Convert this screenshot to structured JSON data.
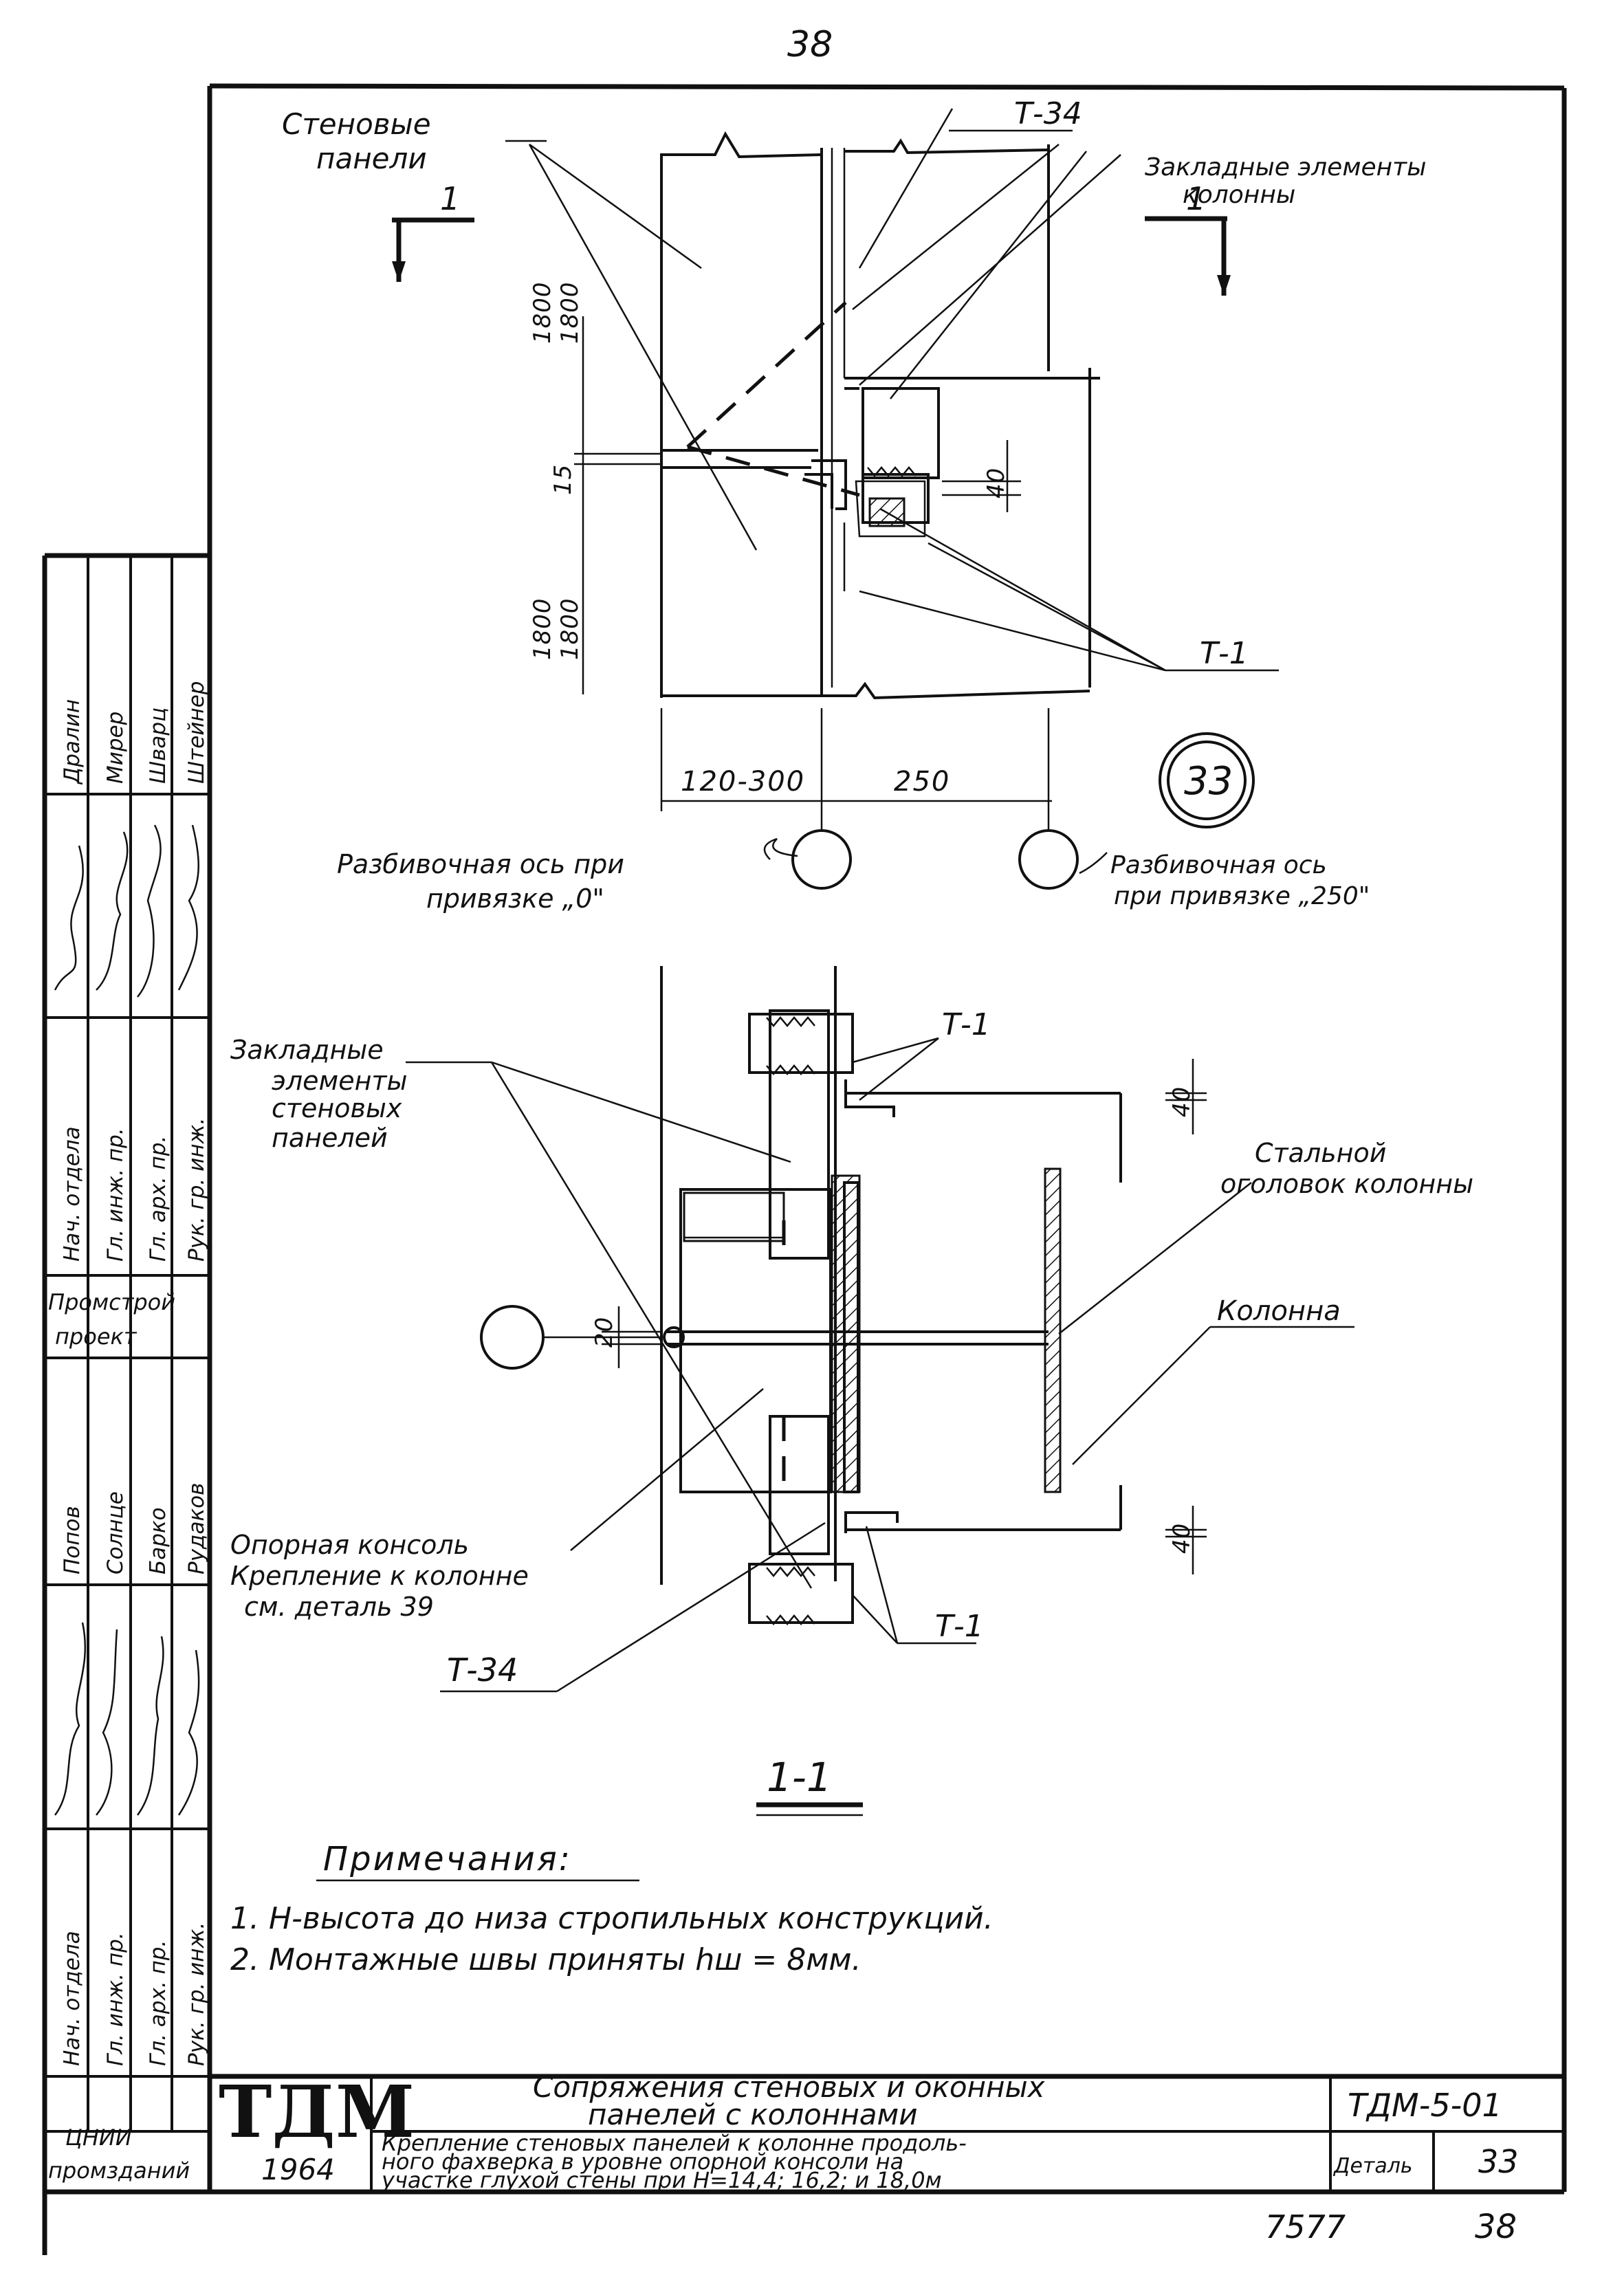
{
  "page_number": "38",
  "labels": {
    "wall_panels": [
      "Стеновые",
      "панели"
    ],
    "embedded_column": [
      "Закладные элементы",
      "колонны"
    ],
    "section_mark": "1",
    "t34_top": "Т-34",
    "t1_top": "Т-1",
    "dim_1800_a": "1800",
    "dim_1800_b": "1800",
    "dim_1800_c": "1800",
    "dim_1800_d": "1800",
    "dim_15": "15",
    "dim_40_top": "40",
    "dim_120_300": "120-300",
    "dim_250": "250",
    "detail_number": "33",
    "axis_zero": [
      "Разбивочная ось при",
      "привязке „0\""
    ],
    "axis_250": [
      "Разбивочная ось",
      "при привязке „250\""
    ],
    "embedded_panels": [
      "Закладные",
      "элементы",
      "стеновых",
      "панелей"
    ],
    "t1_a": "Т-1",
    "t1_b": "Т-1",
    "dim_40_a": "40",
    "dim_40_b": "40",
    "dim_20": "20",
    "steel_head": [
      "Стальной",
      "оголовок колонны"
    ],
    "column": "Колонна",
    "bracket": [
      "Опорная консоль",
      "Крепление к колонне",
      "см. деталь 39"
    ],
    "t34_bottom": "Т-34",
    "section_title": "1-1"
  },
  "notes": {
    "heading": "Примечания:",
    "items": [
      "1. Н-высота до низа стропильных конструкций.",
      "2. Монтажные швы приняты hш = 8мм."
    ]
  },
  "stamp": {
    "roles_top": [
      "Нач. отдела",
      "Гл. инж. пр.",
      "Гл. арх. пр.",
      "Рук. гр. инж."
    ],
    "names_top": [
      "Дралин",
      "Мирер",
      "Шварц",
      "Штейнер"
    ],
    "org_top": [
      "Промстрой",
      "проект"
    ],
    "names_bottom": [
      "Попов",
      "Солнце",
      "Барко",
      "Рудаков"
    ],
    "roles_bottom": [
      "Нач. отдела",
      "Гл. инж. пр.",
      "Гл. арх. пр.",
      "Рук. гр. инж."
    ],
    "org_bottom": [
      "ЦНИИ",
      "промзданий"
    ]
  },
  "title_block": {
    "logo": "ТДМ",
    "year": "1964",
    "title": [
      "Сопряжения стеновых и оконных",
      "панелей с колоннами"
    ],
    "subtitle": [
      "Крепление стеновых панелей к колонне продоль-",
      "ного фахверка в уровне опорной консоли на",
      "участке глухой стены при Н=14,4; 16,2; и 18,0м"
    ],
    "code": "ТДМ-5-01",
    "detail_label": "Деталь",
    "detail_value": "33"
  },
  "footer": {
    "doc_number": "7577",
    "page": "38"
  }
}
